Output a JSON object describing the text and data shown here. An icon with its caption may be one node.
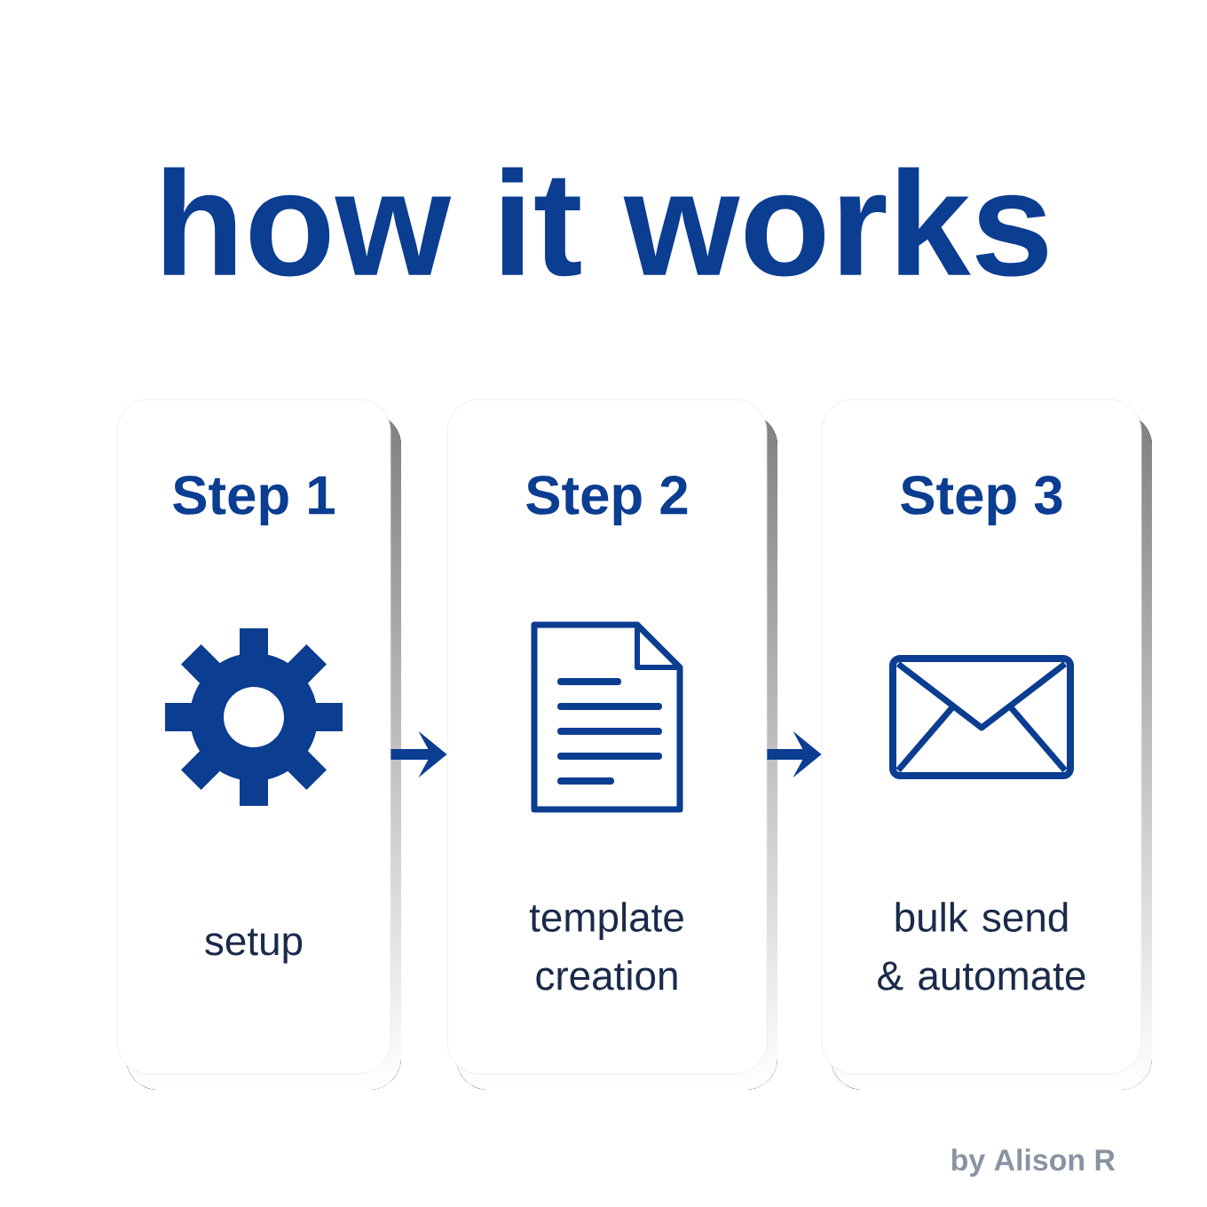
{
  "diagram": {
    "title": "how it works",
    "nodes": [
      {
        "text": [
          "Step 1",
          "setup"
        ]
      },
      {
        "text": [
          "Step 2",
          "template creation"
        ]
      },
      {
        "text": [
          "Step 3",
          "bulk send & automate"
        ]
      }
    ],
    "edges": [
      {
        "from": 0,
        "to": 1,
        "arrow": "to"
      },
      {
        "from": 1,
        "to": 2,
        "arrow": "to"
      }
    ],
    "labels": [
      "by Alison R"
    ]
  }
}
